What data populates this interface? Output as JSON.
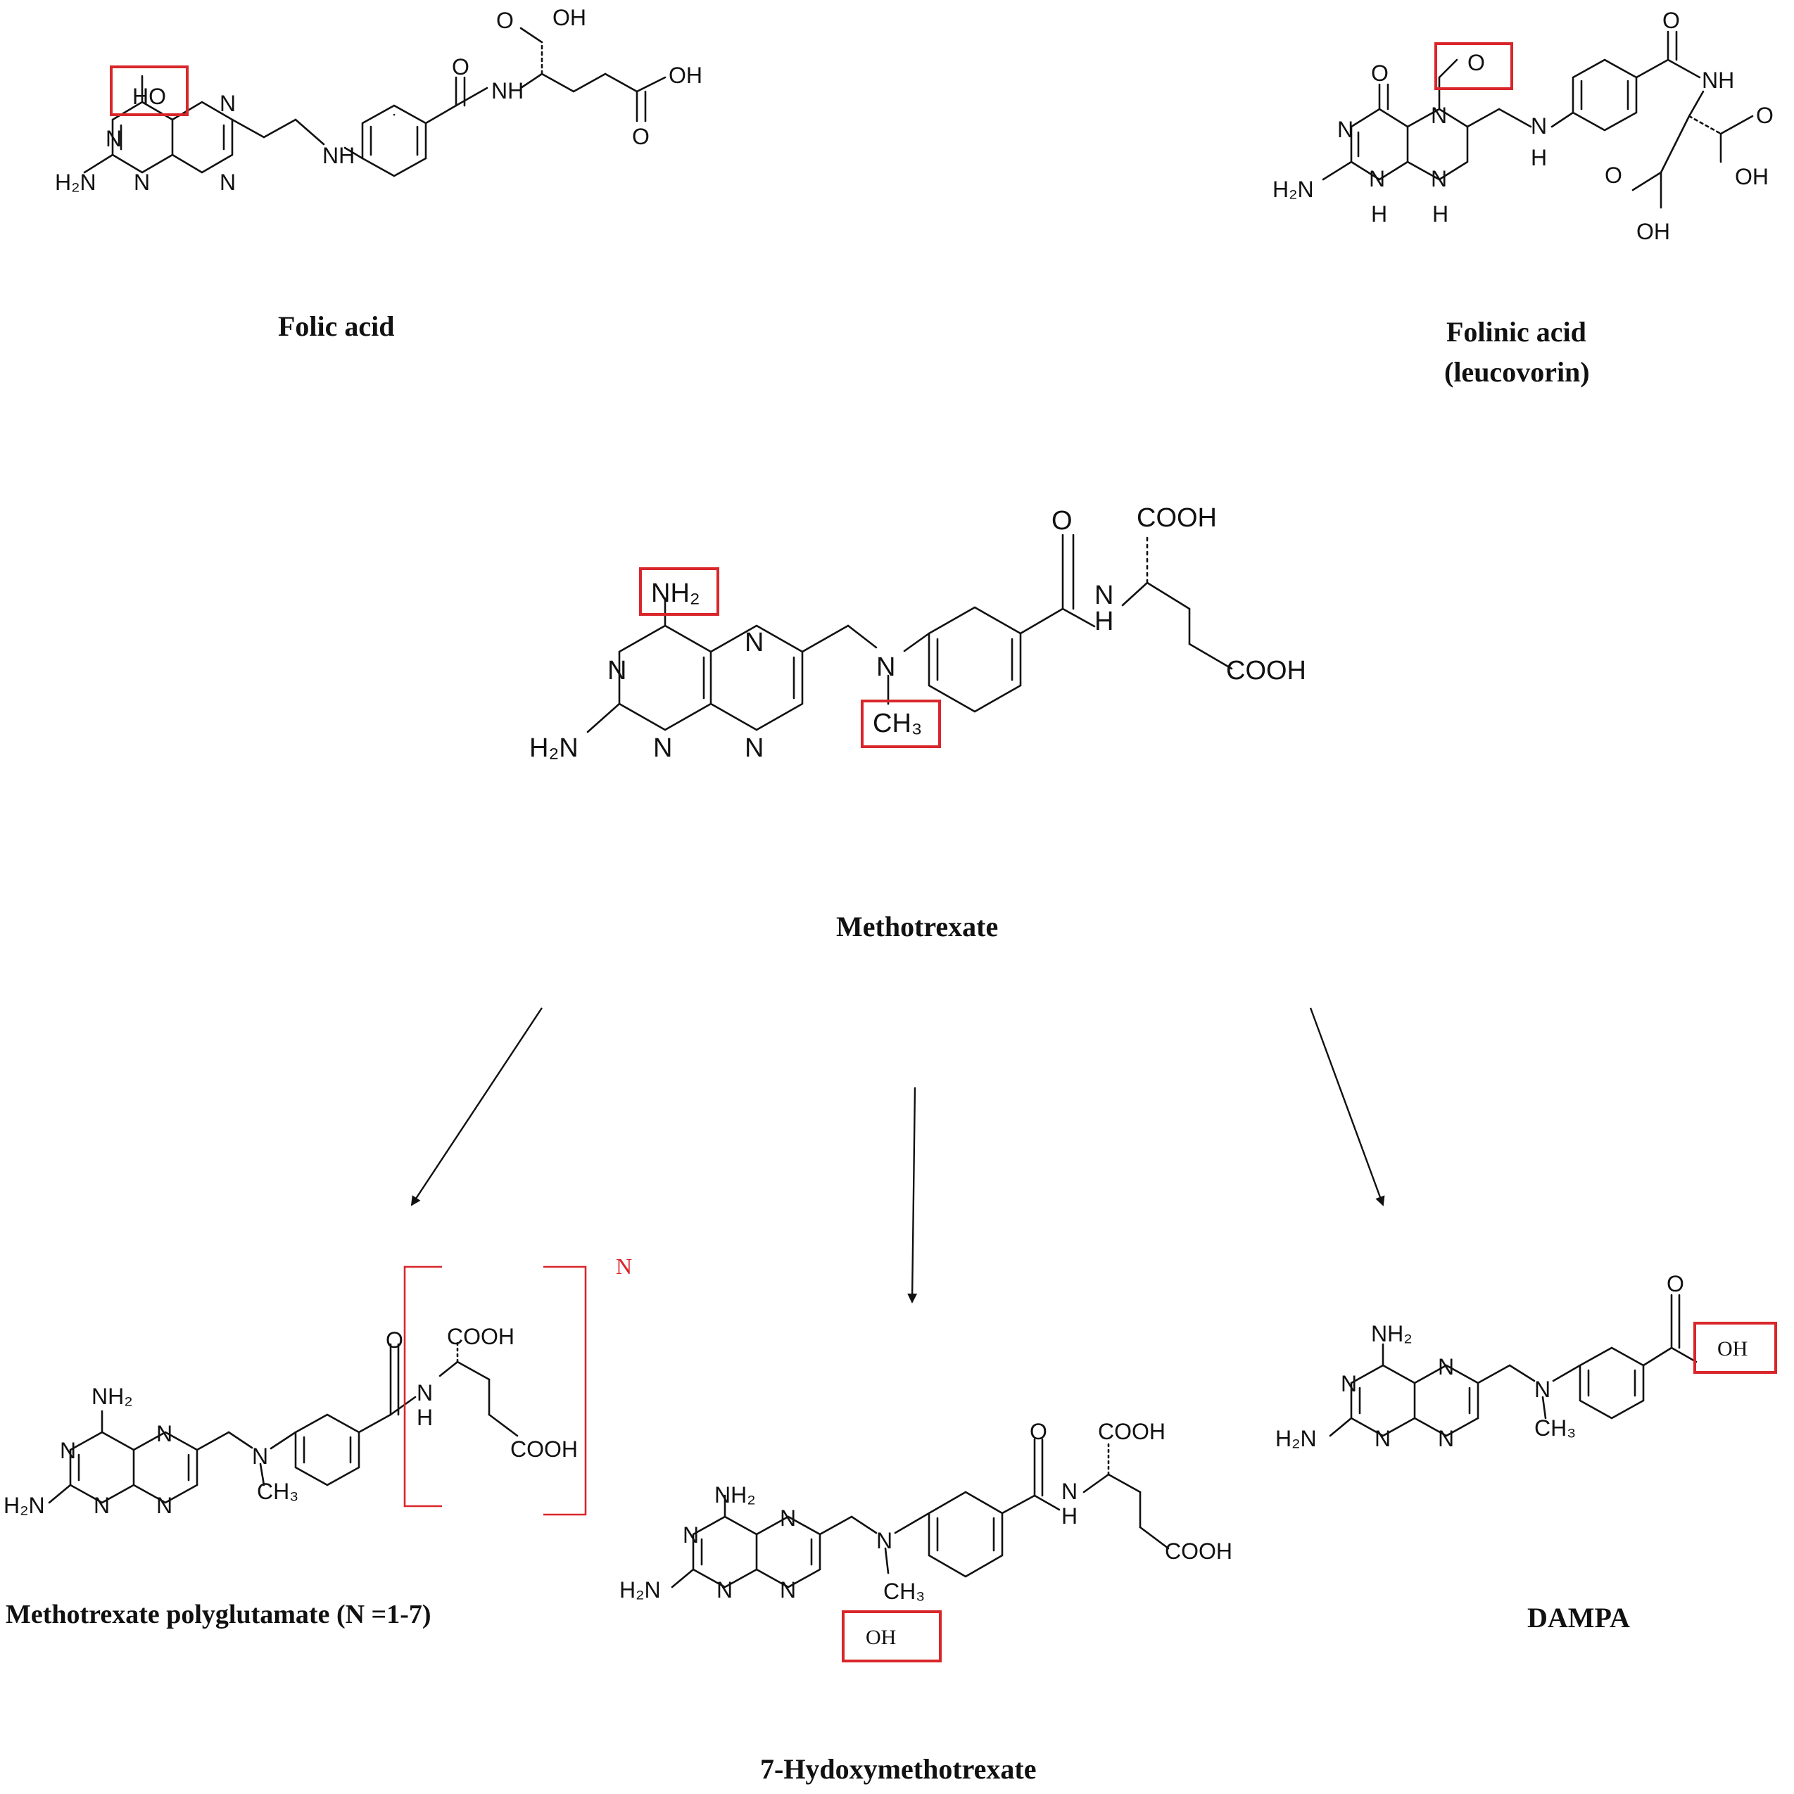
{
  "captions": {
    "folic_acid": "Folic acid",
    "folinic_acid_line1": "Folinic acid",
    "folinic_acid_line2": "(leucovorin)",
    "methotrexate": "Methotrexate",
    "polyglutamate": "Methotrexate polyglutamate (N =1-7)",
    "hydroxy": "7-Hydoxymethotrexate",
    "dampa": "DAMPA"
  },
  "labels": {
    "HO": "HO",
    "OH": "OH",
    "O": "O",
    "N": "N",
    "NH": "NH",
    "H": "H",
    "H2N": "H₂N",
    "NH2": "NH₂",
    "CH3": "CH₃",
    "COOH": "COOH",
    "repeat_n": "N"
  },
  "highlights": {
    "folic_acid": "HO",
    "folinic_acid": "O",
    "methotrexate": [
      "NH₂",
      "CH₃"
    ],
    "hydroxy": "OH",
    "dampa": "OH"
  },
  "colors": {
    "highlight": "#d9262b",
    "ink": "#111111"
  }
}
